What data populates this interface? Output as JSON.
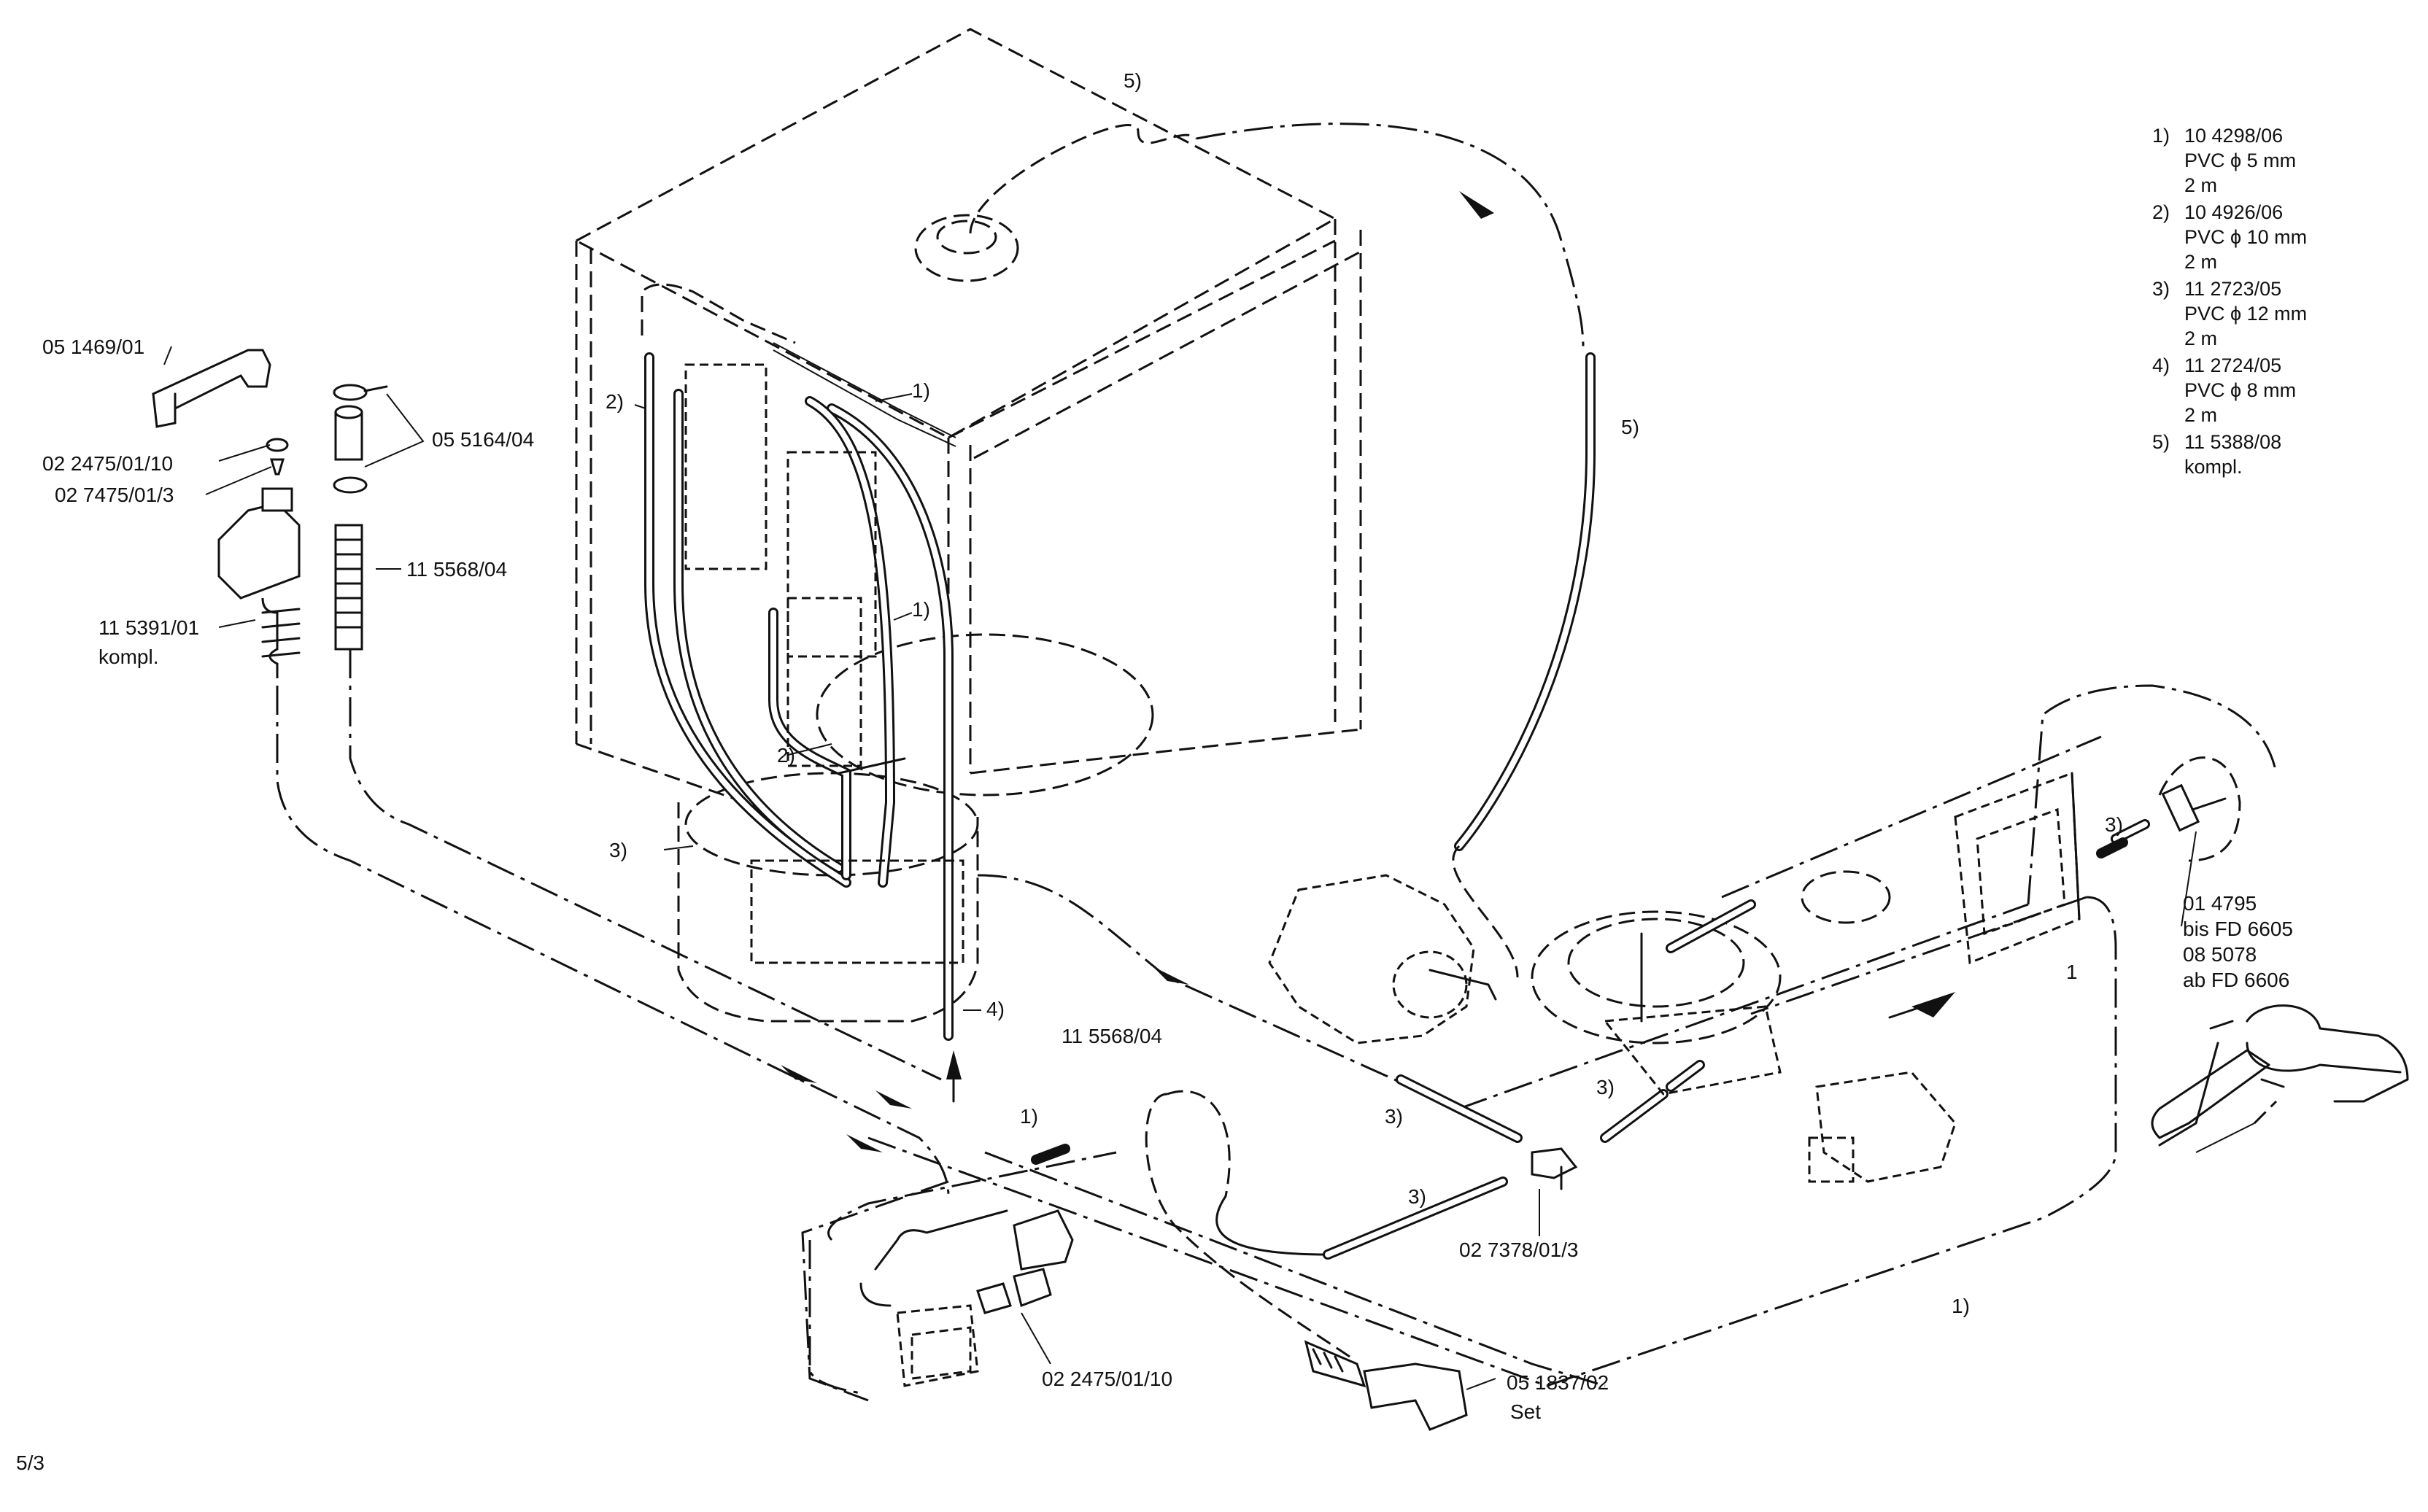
{
  "page_number": "5/3",
  "hose_labels": {
    "h1": "1)",
    "h2": "2)",
    "h3": "3)",
    "h4": "4)",
    "h5": "5)",
    "h1_short": "1"
  },
  "part_labels": {
    "p051469": "05 1469/01",
    "p0224750110_top": "02 2475/01/10",
    "p02747501": "02 7475/01/3",
    "p115391": "11 5391/01",
    "p115391_kompl": "kompl.",
    "p055164": "05 5164/04",
    "p115568_top": "11 5568/04",
    "p115568_mid": "11 5568/04",
    "p027378": "02 7378/01/3",
    "p0224750110_bottom": "02 2475/01/10",
    "p051837": "05 1837/02",
    "p051837_set": "Set",
    "p014795": "01 4795",
    "bis_fd": "bis FD 6605",
    "p085078": "08 5078",
    "ab_fd": "ab FD 6606"
  },
  "legend": [
    {
      "key": "1)",
      "part": "10 4298/06",
      "material": "PVC ϕ 5 mm",
      "length": "2 m"
    },
    {
      "key": "2)",
      "part": "10 4926/06",
      "material": "PVC ϕ 10 mm",
      "length": "2 m"
    },
    {
      "key": "3)",
      "part": "11 2723/05",
      "material": "PVC ϕ 12 mm",
      "length": "2 m"
    },
    {
      "key": "4)",
      "part": "11 2724/05",
      "material": "PVC ϕ 8 mm",
      "length": "2 m"
    },
    {
      "key": "5)",
      "part": "11 5388/08",
      "material": "kompl.",
      "length": ""
    }
  ]
}
